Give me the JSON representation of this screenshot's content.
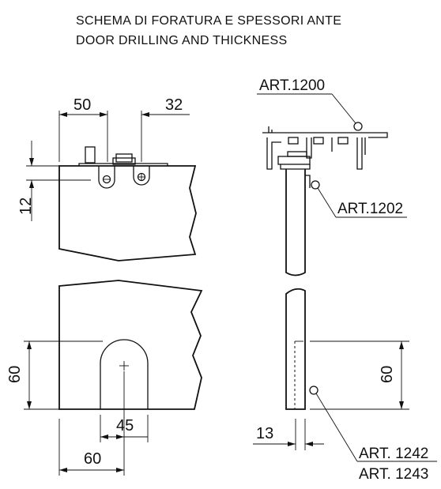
{
  "title": {
    "line1": "SCHEMA DI FORATURA E SPESSORI ANTE",
    "line2": "DOOR DRILLING AND THICKNESS"
  },
  "dimensions": {
    "top_left": "50",
    "top_right": "32",
    "top_vertical": "12",
    "bottom_vertical_left": "60",
    "bottom_width": "45",
    "bottom_offset": "60",
    "side_vertical": "60",
    "side_thickness": "13"
  },
  "articles": {
    "a1200": "ART.1200",
    "a1202": "ART.1202",
    "a1242": "ART. 1242",
    "a1243": "ART. 1243"
  }
}
